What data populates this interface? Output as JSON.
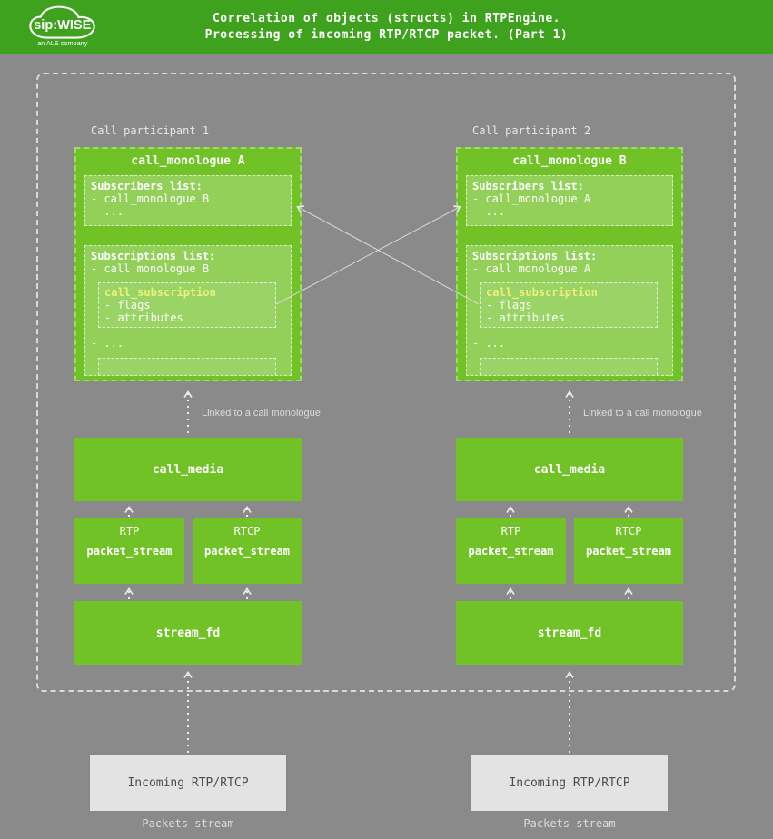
{
  "colors": {
    "header_green": "#3fa21f",
    "box_green": "#70c226",
    "background_gray": "#8a8a8a",
    "incoming_gray": "#e3e3e3",
    "subscription_title_yellow": "#edf07e",
    "dash_border": "#d9d9d9"
  },
  "header": {
    "title_line1": "Correlation of objects (structs) in RTPEngine.",
    "title_line2": "Processing of incoming RTP/RTCP packet. (Part 1)",
    "logo": {
      "brand": "sip:WISE",
      "subtitle": "an ALE company"
    }
  },
  "participants": [
    {
      "label": "Call participant 1",
      "monologue_title": "call_monologue A",
      "subscribers_title": "Subscribers list:",
      "subscribers_items": [
        "- call_monologue B",
        "- ..."
      ],
      "subscriptions_title": "Subscriptions list:",
      "subscriptions_item": "- call monologue B",
      "subscription_box_title": "call_subscription",
      "subscription_items": [
        "- flags",
        "- attributes"
      ],
      "subscriptions_more": "- ...",
      "linked_label": "Linked to a call monologue",
      "call_media_title": "call_media",
      "streams": [
        {
          "proto": "RTP",
          "title": "packet_stream"
        },
        {
          "proto": "RTCP",
          "title": "packet_stream"
        }
      ],
      "stream_fd_title": "stream_fd",
      "incoming_label": "Incoming RTP/RTCP",
      "packets_label": "Packets stream"
    },
    {
      "label": "Call participant 2",
      "monologue_title": "call_monologue B",
      "subscribers_title": "Subscribers list:",
      "subscribers_items": [
        "- call_monologue A",
        "- ..."
      ],
      "subscriptions_title": "Subscriptions list:",
      "subscriptions_item": "- call monologue A",
      "subscription_box_title": "call_subscription",
      "subscription_items": [
        "- flags",
        "- attributes"
      ],
      "subscriptions_more": "- ...",
      "linked_label": "Linked to a call monologue",
      "call_media_title": "call_media",
      "streams": [
        {
          "proto": "RTP",
          "title": "packet_stream"
        },
        {
          "proto": "RTCP",
          "title": "packet_stream"
        }
      ],
      "stream_fd_title": "stream_fd",
      "incoming_label": "Incoming RTP/RTCP",
      "packets_label": "Packets stream"
    }
  ]
}
